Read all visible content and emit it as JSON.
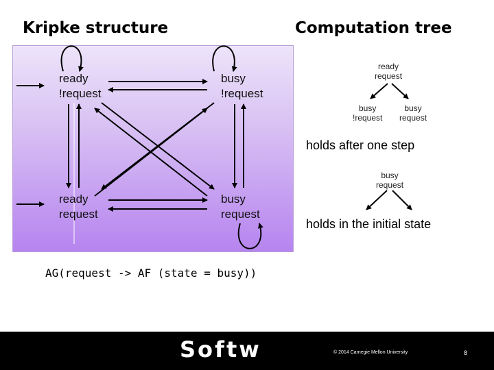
{
  "titles": {
    "left": "Kripke structure",
    "right": "Computation tree"
  },
  "kripke": {
    "states": {
      "tl": "ready\n!request",
      "tr": "busy\n!request",
      "bl": "ready\nrequest",
      "br": "busy\nrequest"
    }
  },
  "tree1": {
    "root": "ready\nrequest",
    "left": "busy\n!request",
    "right": "busy\nrequest",
    "caption": "holds after one step"
  },
  "tree2": {
    "root": "busy\nrequest",
    "caption": "holds in the initial state"
  },
  "formula": "AG(request -> AF (state = busy))",
  "footer": {
    "logo": "Softw",
    "copyright": "© 2014 Carnegie Mellon University",
    "page": "8"
  }
}
